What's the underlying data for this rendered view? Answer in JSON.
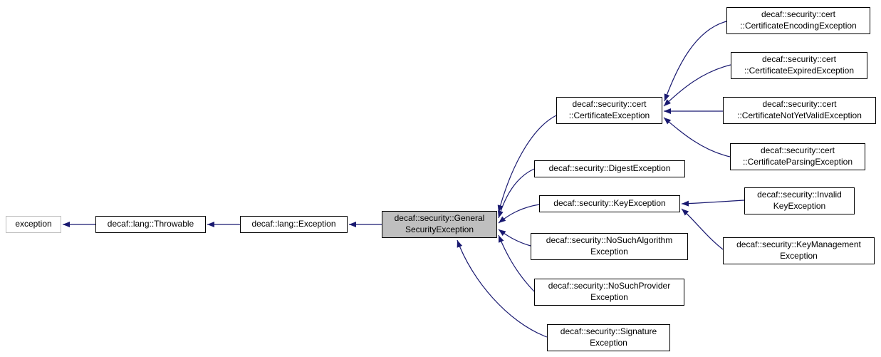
{
  "diagram": {
    "type": "class-inheritance-graph",
    "edge_color": "#191970",
    "focus_fill": "#bfbfbf",
    "nodes": [
      {
        "id": "exception",
        "lines": [
          "exception"
        ]
      },
      {
        "id": "throwable",
        "lines": [
          "decaf::lang::Throwable"
        ]
      },
      {
        "id": "lang-exception",
        "lines": [
          "decaf::lang::Exception"
        ]
      },
      {
        "id": "general-security-exception",
        "lines": [
          "decaf::security::General",
          "SecurityException"
        ]
      },
      {
        "id": "certificate-exception",
        "lines": [
          "decaf::security::cert",
          "::CertificateException"
        ]
      },
      {
        "id": "digest-exception",
        "lines": [
          "decaf::security::DigestException"
        ]
      },
      {
        "id": "key-exception",
        "lines": [
          "decaf::security::KeyException"
        ]
      },
      {
        "id": "nosuchalgorithm-exception",
        "lines": [
          "decaf::security::NoSuchAlgorithm",
          "Exception"
        ]
      },
      {
        "id": "nosuchprovider-exception",
        "lines": [
          "decaf::security::NoSuchProvider",
          "Exception"
        ]
      },
      {
        "id": "signature-exception",
        "lines": [
          "decaf::security::Signature",
          "Exception"
        ]
      },
      {
        "id": "certificate-encoding-exception",
        "lines": [
          "decaf::security::cert",
          "::CertificateEncodingException"
        ]
      },
      {
        "id": "certificate-expired-exception",
        "lines": [
          "decaf::security::cert",
          "::CertificateExpiredException"
        ]
      },
      {
        "id": "certificate-notyetvalid-exception",
        "lines": [
          "decaf::security::cert",
          "::CertificateNotYetValidException"
        ]
      },
      {
        "id": "certificate-parsing-exception",
        "lines": [
          "decaf::security::cert",
          "::CertificateParsingException"
        ]
      },
      {
        "id": "invalid-key-exception",
        "lines": [
          "decaf::security::Invalid",
          "KeyException"
        ]
      },
      {
        "id": "key-management-exception",
        "lines": [
          "decaf::security::KeyManagement",
          "Exception"
        ]
      }
    ],
    "edges": [
      {
        "from": "throwable",
        "to": "exception"
      },
      {
        "from": "lang-exception",
        "to": "throwable"
      },
      {
        "from": "general-security-exception",
        "to": "lang-exception"
      },
      {
        "from": "certificate-exception",
        "to": "general-security-exception"
      },
      {
        "from": "digest-exception",
        "to": "general-security-exception"
      },
      {
        "from": "key-exception",
        "to": "general-security-exception"
      },
      {
        "from": "nosuchalgorithm-exception",
        "to": "general-security-exception"
      },
      {
        "from": "nosuchprovider-exception",
        "to": "general-security-exception"
      },
      {
        "from": "signature-exception",
        "to": "general-security-exception"
      },
      {
        "from": "certificate-encoding-exception",
        "to": "certificate-exception"
      },
      {
        "from": "certificate-expired-exception",
        "to": "certificate-exception"
      },
      {
        "from": "certificate-notyetvalid-exception",
        "to": "certificate-exception"
      },
      {
        "from": "certificate-parsing-exception",
        "to": "certificate-exception"
      },
      {
        "from": "invalid-key-exception",
        "to": "key-exception"
      },
      {
        "from": "key-management-exception",
        "to": "key-exception"
      }
    ]
  }
}
